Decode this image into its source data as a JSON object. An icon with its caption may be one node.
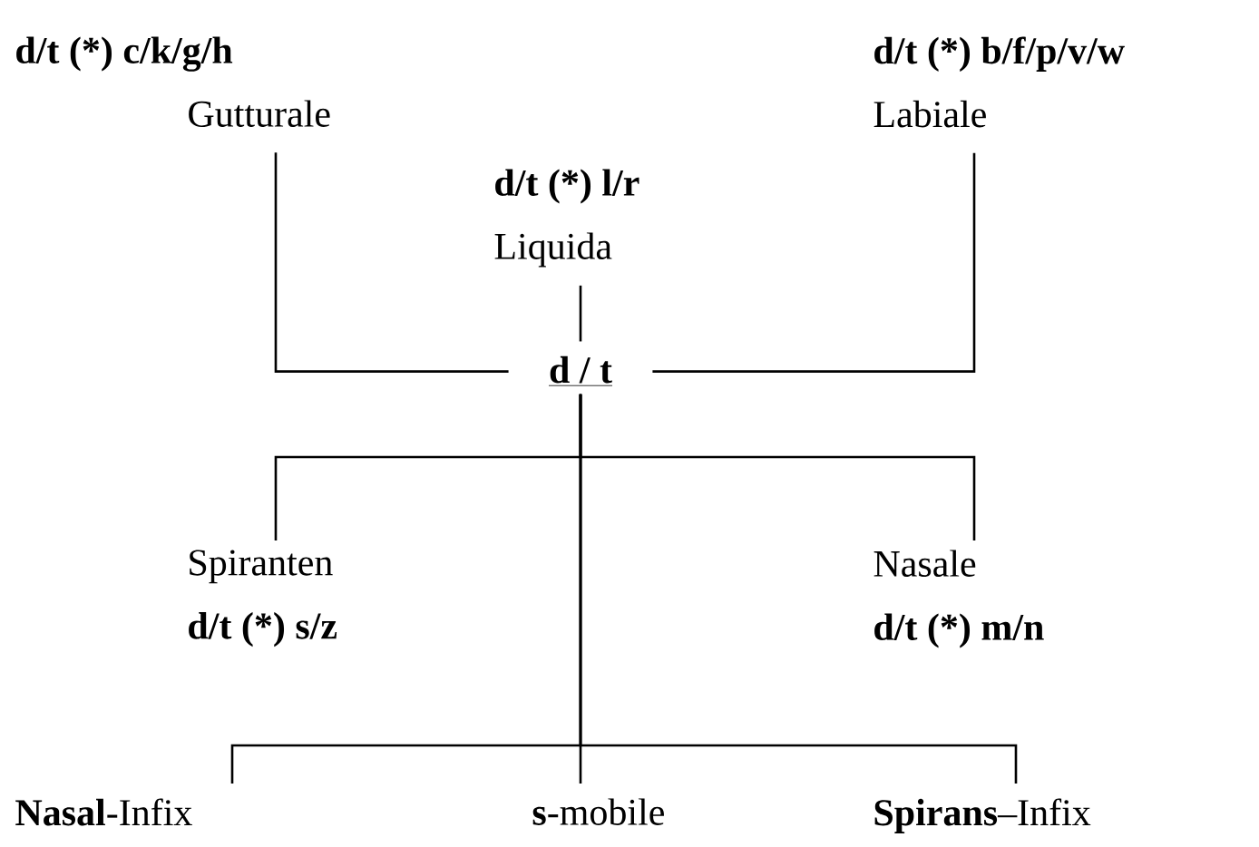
{
  "diagram": {
    "nodes": [
      {
        "text": [
          "d/t (*) c/k/g/h",
          "Gutturale"
        ]
      },
      {
        "text": [
          "d/t (*) b/f/p/v/w",
          "Labiale"
        ]
      },
      {
        "text": [
          "d/t (*) l/r",
          "Liquida"
        ]
      },
      {
        "text": [
          "d / t"
        ]
      },
      {
        "text": [
          "Spiranten",
          "d/t (*) s/z"
        ]
      },
      {
        "text": [
          "Nasale",
          "d/t (*) m/n"
        ]
      },
      {
        "text": [
          "**Nasal**-Infix"
        ]
      },
      {
        "text": [
          "**s**-mobile"
        ]
      },
      {
        "text": [
          "**Spirans**–Infix"
        ]
      }
    ],
    "edges": [
      {
        "from": 3,
        "to": 0,
        "arrow": "none"
      },
      {
        "from": 3,
        "to": 1,
        "arrow": "none"
      },
      {
        "from": 3,
        "to": 2,
        "arrow": "none"
      },
      {
        "from": 3,
        "to": 4,
        "arrow": "none"
      },
      {
        "from": 3,
        "to": 5,
        "arrow": "none"
      },
      {
        "from": 3,
        "to": 6,
        "arrow": "none"
      },
      {
        "from": 3,
        "to": 7,
        "arrow": "none"
      },
      {
        "from": 3,
        "to": 8,
        "arrow": "none"
      }
    ]
  }
}
